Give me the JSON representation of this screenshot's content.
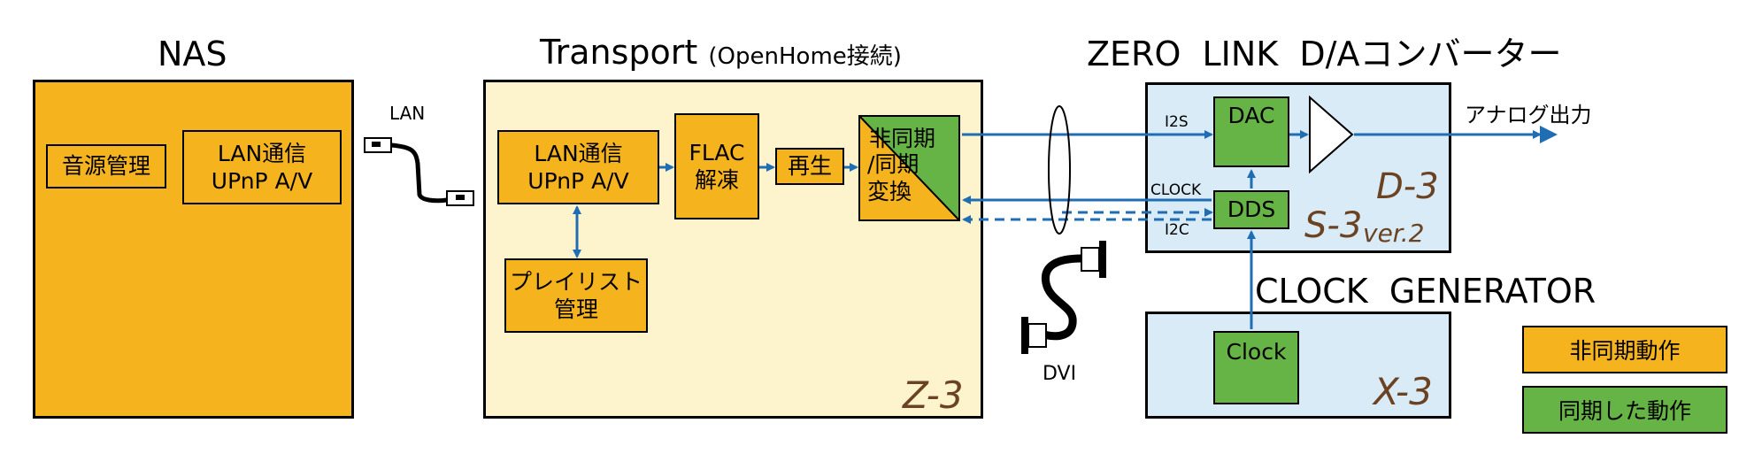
{
  "nas": {
    "title": "NAS",
    "blocks": [
      "音源管理",
      "LAN通信\nUPnP A/V"
    ]
  },
  "lan_label": "LAN",
  "transport": {
    "title": "Transport",
    "subtitle": "(OpenHome接続)",
    "blocks": {
      "lan": "LAN通信\nUPnP A/V",
      "flac": "FLAC\n解凍",
      "play": "再生",
      "async_top": "非同期",
      "async_bottom": "/同期\n変換",
      "playlist": "プレイリスト\n管理"
    },
    "model": "Z-3"
  },
  "dac_unit": {
    "title": "ZERO  LINK  D/Aコンバーター",
    "blocks": {
      "dac": "DAC",
      "dds": "DDS"
    },
    "signals": {
      "i2s": "I2S",
      "clock": "CLOCK",
      "i2c": "I2C"
    },
    "model_d": "D-3",
    "model_s": "S-3",
    "model_ver": "ver.2",
    "analog_out": "アナログ出力"
  },
  "dvi_label": "DVI",
  "clock_gen": {
    "title": "CLOCK  GENERATOR",
    "block": "Clock",
    "model": "X-3"
  },
  "legend": {
    "async": "非同期動作",
    "sync": "同期した動作"
  },
  "colors": {
    "async": "#f5b41e",
    "sync": "#66b445",
    "arrow": "#1f6db3",
    "model_text": "#6b4322"
  }
}
